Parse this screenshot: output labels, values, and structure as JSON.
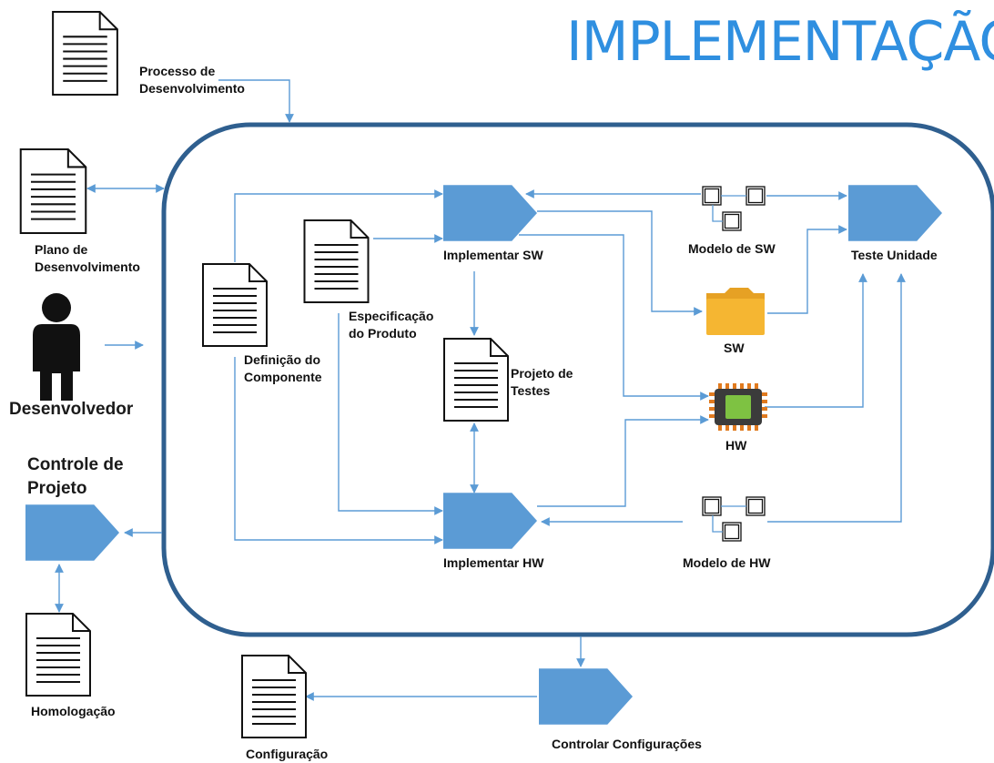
{
  "title": "IMPLEMENTAÇÃO",
  "labels": {
    "processo_1": "Processo de",
    "processo_2": "Desenvolvimento",
    "plano_1": "Plano de",
    "plano_2": "Desenvolvimento",
    "desenvolvedor": "Desenvolvedor",
    "controle_1": "Controle de",
    "controle_2": "Projeto",
    "homologacao": "Homologação",
    "configuracao": "Configuração",
    "controlar_config": "Controlar Configurações",
    "definicao_1": "Definição do",
    "definicao_2": "Componente",
    "especificacao_1": "Especificação",
    "especificacao_2": "do Produto",
    "implementar_sw": "Implementar SW",
    "projeto_testes_1": "Projeto de",
    "projeto_testes_2": "Testes",
    "implementar_hw": "Implementar HW",
    "modelo_sw": "Modelo de SW",
    "teste_unidade": "Teste Unidade",
    "sw": "SW",
    "hw": "HW",
    "modelo_hw": "Modelo de HW"
  },
  "icons": [
    "document-icon",
    "person-icon",
    "folder-icon",
    "chip-icon",
    "process-pentagon",
    "model-component-icon"
  ],
  "colors": {
    "process_fill": "#5b9bd5",
    "arrow": "#5b9bd5",
    "boundary": "#2f5f8f",
    "title": "#2f8fe0",
    "folder": "#f5b632",
    "chip_body": "#3b3b3b",
    "chip_pins": "#e07a1f",
    "chip_core": "#7ec242"
  }
}
